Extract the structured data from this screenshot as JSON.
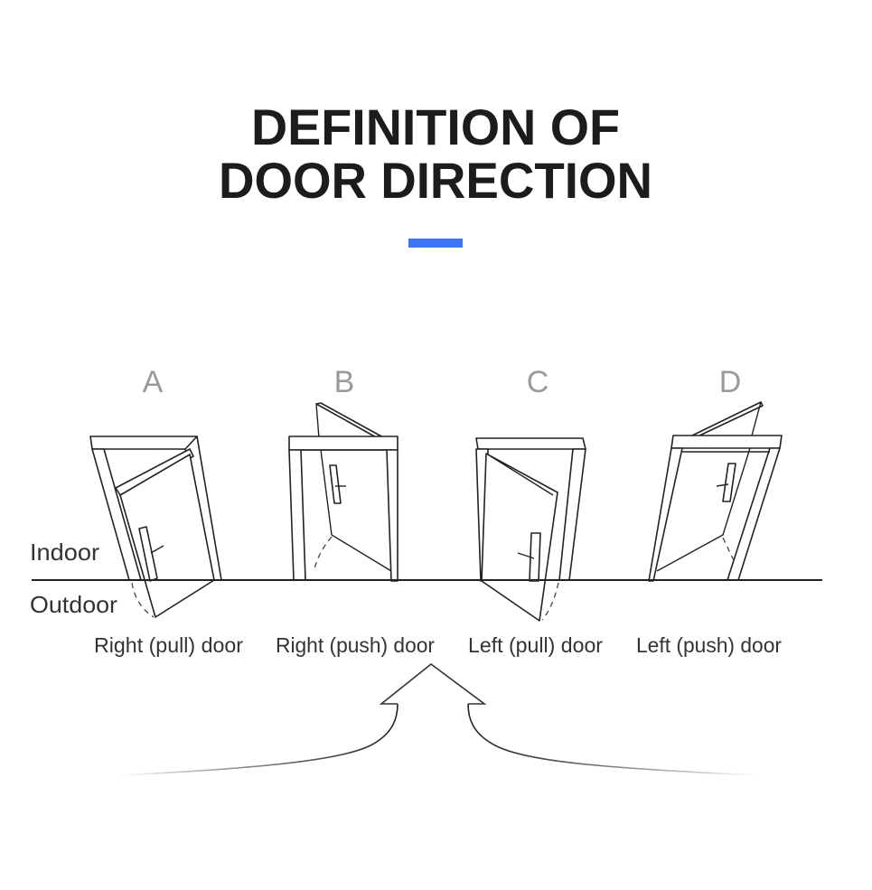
{
  "title": {
    "line1": "DEFINITION OF",
    "line2": "DOOR DIRECTION"
  },
  "accent_color": "#3f75f5",
  "labels": {
    "indoor": "Indoor",
    "outdoor": "Outdoor"
  },
  "doors": [
    {
      "letter": "A",
      "caption": "Right (pull) door"
    },
    {
      "letter": "B",
      "caption": "Right (push) door"
    },
    {
      "letter": "C",
      "caption": "Left (pull) door"
    },
    {
      "letter": "D",
      "caption": "Left (push) door"
    }
  ]
}
